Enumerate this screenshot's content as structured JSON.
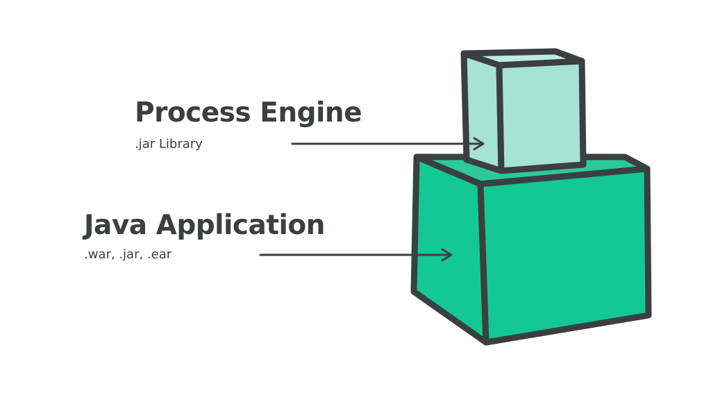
{
  "colors": {
    "background": "#ffffff",
    "text": "#3a3f40",
    "outline": "#3a3f40",
    "large_box_front": "#14c896",
    "large_box_side": "#14c896",
    "large_box_top": "#2ec99a",
    "small_box_front": "#a6e3d2",
    "small_box_side": "#a6e3d2",
    "small_box_top": "#bfece0"
  },
  "labels": {
    "process_engine": {
      "title": "Process Engine",
      "subtitle": ".jar Library"
    },
    "java_application": {
      "title": "Java Application",
      "subtitle": ".war, .jar, .ear"
    }
  },
  "icons": {
    "small_box": "cube-icon",
    "large_box": "cube-icon",
    "arrow": "arrow-right-icon"
  }
}
